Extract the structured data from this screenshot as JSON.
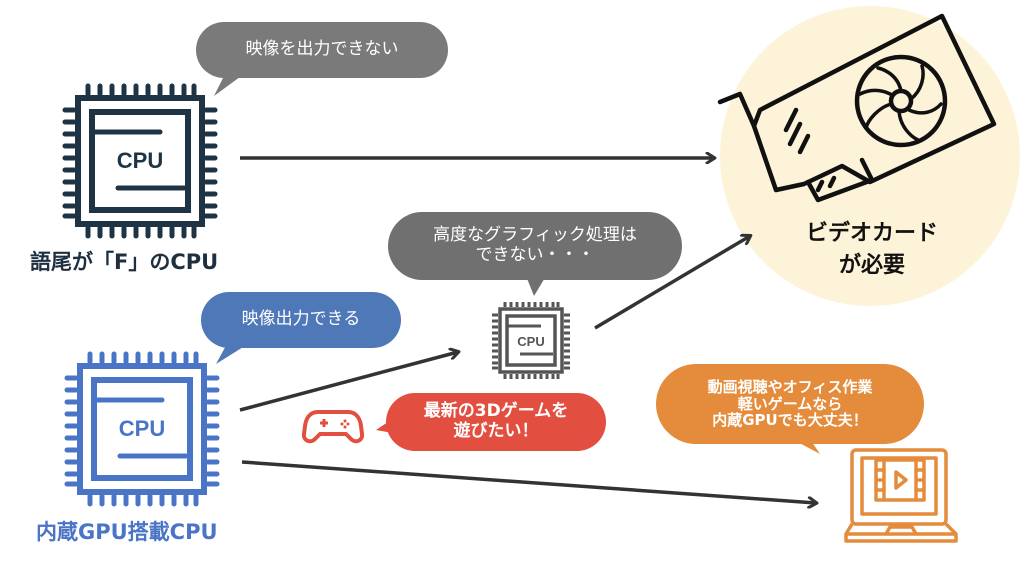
{
  "colors": {
    "cpu_dark": "#1e3344",
    "cpu_blue": "#4a74c6",
    "cpu_gray": "#555555",
    "bubble_gray": "#7a7a7a",
    "bubble_blue": "#4f78b8",
    "bubble_red": "#e24e3f",
    "bubble_orange": "#e48c3b",
    "circle_bg": "#fdf3d8",
    "arrow": "#333333"
  },
  "nodes": {
    "cpu_f": {
      "chip_label": "CPU",
      "caption": "語尾が「F」のCPU",
      "icon": "cpu-chip-icon"
    },
    "cpu_igpu": {
      "chip_label": "CPU",
      "caption": "内蔵GPU搭載CPU",
      "icon": "cpu-chip-icon"
    },
    "cpu_mid": {
      "chip_label": "CPU",
      "icon": "cpu-chip-icon"
    },
    "video_card": {
      "caption": "ビデオカード\nが必要",
      "icon": "graphics-card-icon"
    },
    "laptop": {
      "icon": "laptop-video-icon"
    },
    "gamepad": {
      "icon": "gamepad-icon"
    }
  },
  "bubbles": {
    "no_output": "映像を出力できない",
    "advanced_graphics": "高度なグラフィック処理は\nできない・・・",
    "can_output": "映像出力できる",
    "latest_3d": "最新の3Dゲームを\n遊びたい！",
    "light_use": "動画視聴やオフィス作業\n軽いゲームなら\n内蔵GPUでも大丈夫！"
  },
  "connections": [
    {
      "from": "cpu_f",
      "to": "video_card"
    },
    {
      "from": "cpu_igpu",
      "to": "cpu_mid"
    },
    {
      "from": "cpu_mid",
      "to": "video_card"
    },
    {
      "from": "cpu_igpu",
      "to": "laptop"
    }
  ]
}
